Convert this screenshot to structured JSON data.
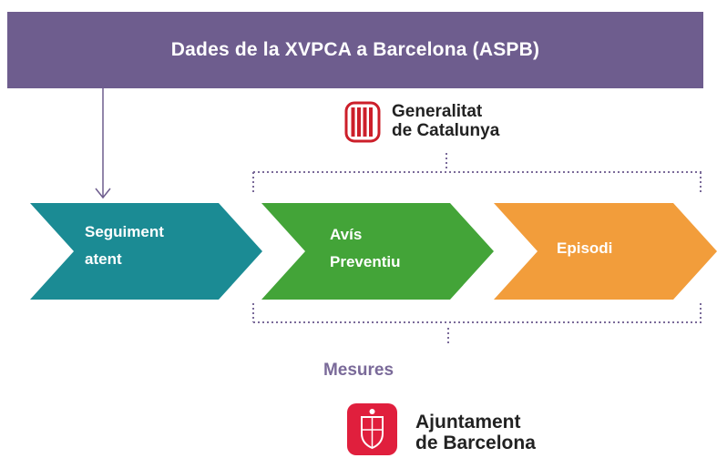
{
  "banner": {
    "title": "Dades de la XVPCA a Barcelona (ASPB)"
  },
  "generalitat": {
    "line1": "Generalitat",
    "line2": "de Catalunya"
  },
  "stages": [
    {
      "line1": "Seguiment",
      "line2": "atent",
      "color": "#1b8b94"
    },
    {
      "line1": "Avís",
      "line2": "Preventiu",
      "color": "#43a438"
    },
    {
      "line1": "Episodi",
      "line2": "",
      "color": "#f29d3b"
    }
  ],
  "mesures": {
    "label": "Mesures"
  },
  "ajuntament": {
    "line1": "Ajuntament",
    "line2": "de Barcelona",
    "color": "#e01f3d"
  },
  "colors": {
    "banner": "#6e5d8e",
    "dotted": "#7a6a99",
    "generalitat_red": "#cc1f2a"
  }
}
